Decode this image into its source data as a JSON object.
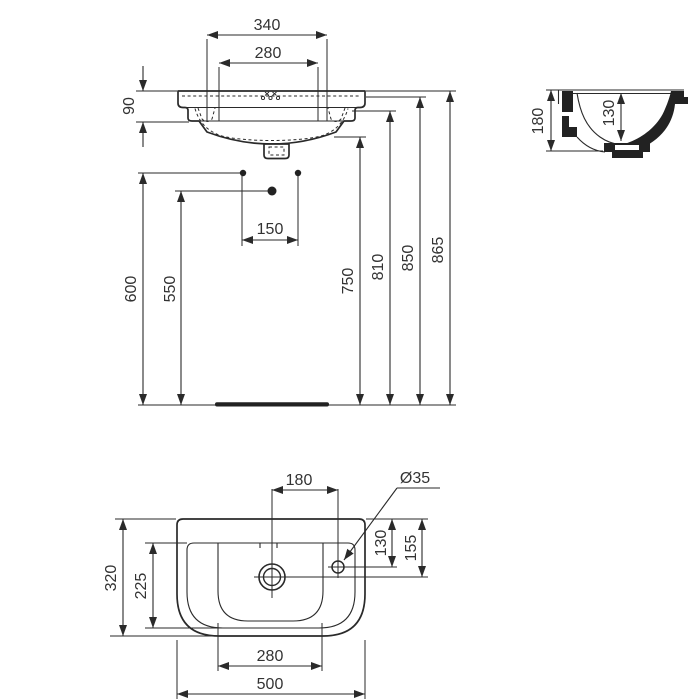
{
  "page": {
    "background": "#ffffff",
    "line_color": "#2a2a2a",
    "text_color": "#333333",
    "description_labels": {}
  },
  "views": {
    "front": {
      "overall_width_top": "340",
      "tap_ledge_width": "280",
      "rim_height": "90",
      "outlet_spacing": "150",
      "fixing_holes_height": "600",
      "outlet_height": "550",
      "underside_height": "750",
      "step_height": "810",
      "back_edge_height": "850",
      "rim_top_height": "865"
    },
    "side": {
      "total_depth": "180",
      "bowl_depth": "130"
    },
    "plan": {
      "drain_to_taphole": "180",
      "taphole_diameter": "Ø35",
      "taphole_from_back": "130",
      "drain_from_back": "155",
      "overall_depth": "320",
      "bowl_inner_depth": "225",
      "bowl_inner_width": "280",
      "overall_width": "500"
    }
  }
}
